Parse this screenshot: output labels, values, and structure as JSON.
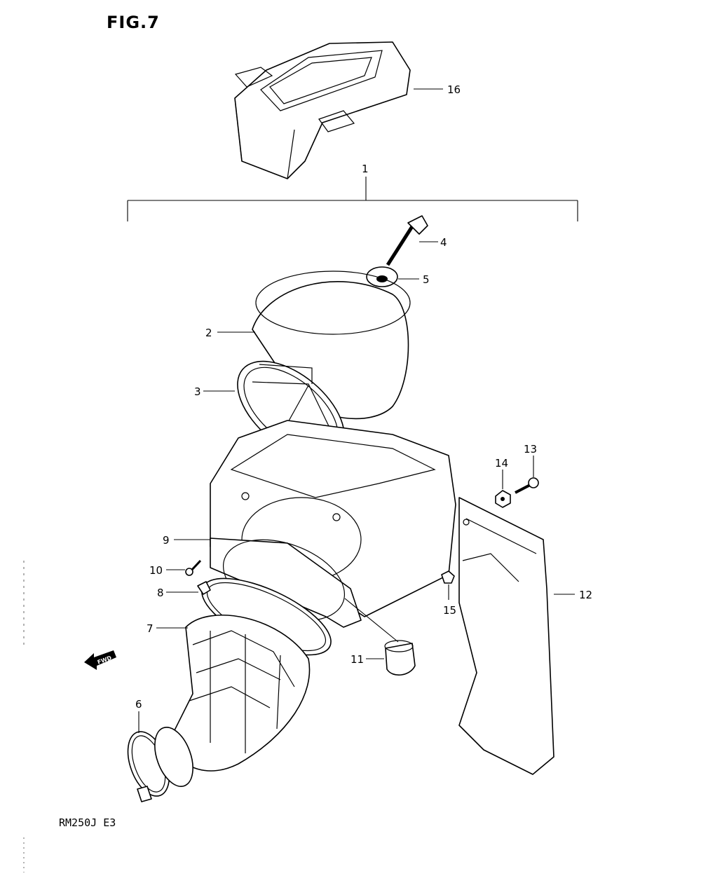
{
  "figure": {
    "title": "FIG.7",
    "model": "RM250J  E3"
  },
  "callouts": {
    "c1": "1",
    "c2": "2",
    "c3": "3",
    "c4": "4",
    "c5": "5",
    "c6": "6",
    "c7": "7",
    "c8": "8",
    "c9": "9",
    "c10": "10",
    "c11": "11",
    "c12": "12",
    "c13": "13",
    "c14": "14",
    "c15": "15",
    "c16": "16"
  },
  "direction_marker": {
    "label": "FWD",
    "icon": "forward-arrow-icon"
  }
}
